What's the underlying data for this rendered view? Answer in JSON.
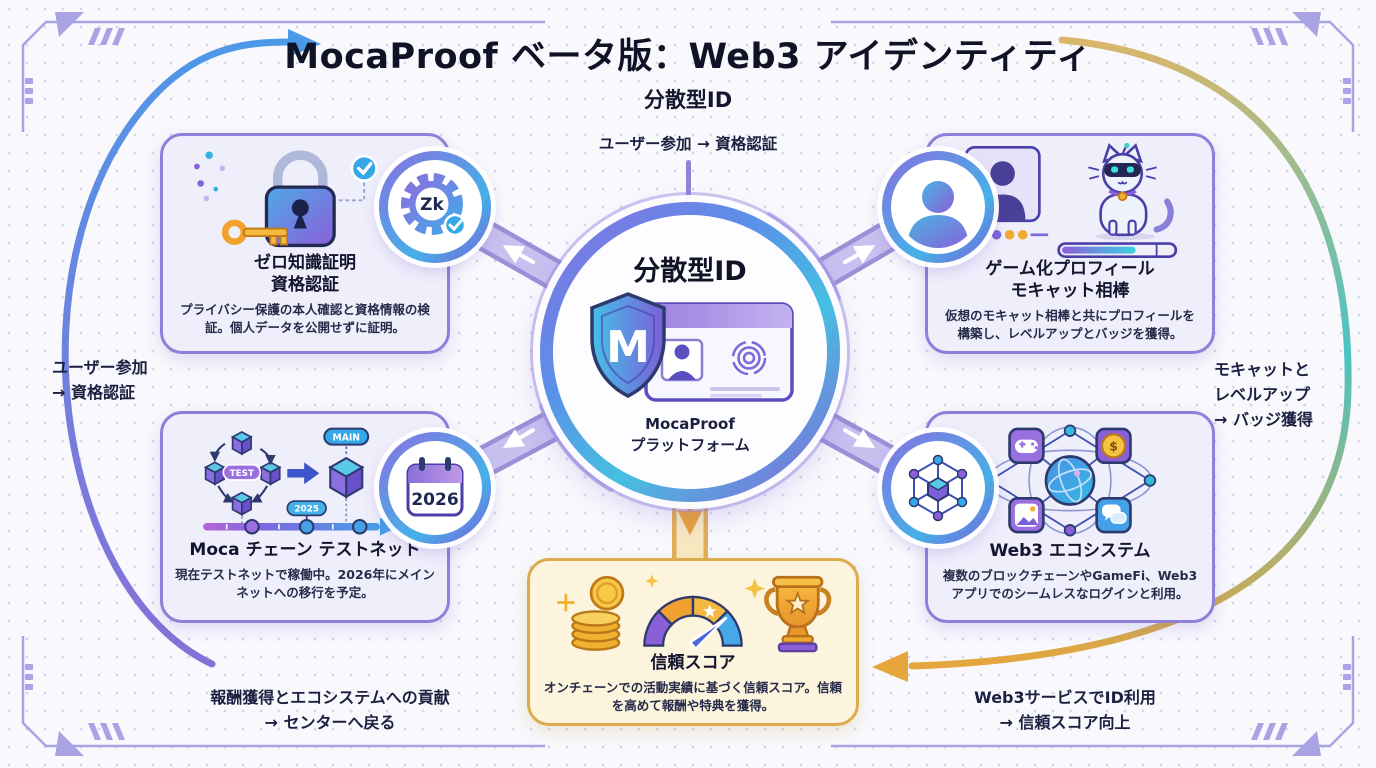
{
  "header": {
    "title": "MocaProof ベータ版：Web3 アイデンティティ",
    "subtitle": "分散型ID"
  },
  "flow": {
    "top": "ユーザー参加 → 資格認証",
    "left": [
      "ユーザー参加",
      "→ 資格認証"
    ],
    "right": [
      "モキャットと",
      "レベルアップ",
      "→ バッジ獲得"
    ],
    "bottom_left": [
      "報酬獲得とエコシステムへの貢献",
      "→ センターへ戻る"
    ],
    "bottom_right": [
      "Web3サービスでID利用",
      "→ 信頼スコア向上"
    ]
  },
  "hub": {
    "title": "分散型ID",
    "logo_letter": "M",
    "platform": [
      "MocaProof",
      "プラットフォーム"
    ]
  },
  "cards": {
    "zk": {
      "title": [
        "ゼロ知識証明",
        "資格認証"
      ],
      "body": "プライバシー保護の本人確認と資格情報の検証。個人データを公開せずに証明。",
      "badge": "Zk"
    },
    "profile": {
      "title": [
        "ゲーム化プロフィール",
        "モキャット相棒"
      ],
      "body": "仮想のモキャット相棒と共にプロフィールを構築し、レベルアップとバッジを獲得。"
    },
    "chain": {
      "title": "Moca チェーン テストネット",
      "body": "現在テストネットで稼働中。2026年にメインネットへの移行を予定。",
      "test_label": "TEST",
      "main_label": "MAIN",
      "timeline_year": "2025",
      "calendar_year": "2026"
    },
    "ecosystem": {
      "title": "Web3 エコシステム",
      "body": "複数のブロックチェーンやGameFi、Web3アプリでのシームレスなログインと利用。",
      "dollar_sign": "$"
    },
    "trust": {
      "title": "信頼スコア",
      "body": "オンチェーンでの活動実績に基づく信頼スコア。信頼を高めて報酬や特典を獲得。"
    }
  },
  "colors": {
    "accent_purple": "#7b5fd8",
    "accent_blue": "#3da8e8",
    "accent_teal": "#3dd0d0",
    "accent_gold": "#f0a830",
    "card_border": "#8f7fd8",
    "trust_border": "#dcab50",
    "text_dark": "#1b2040"
  }
}
